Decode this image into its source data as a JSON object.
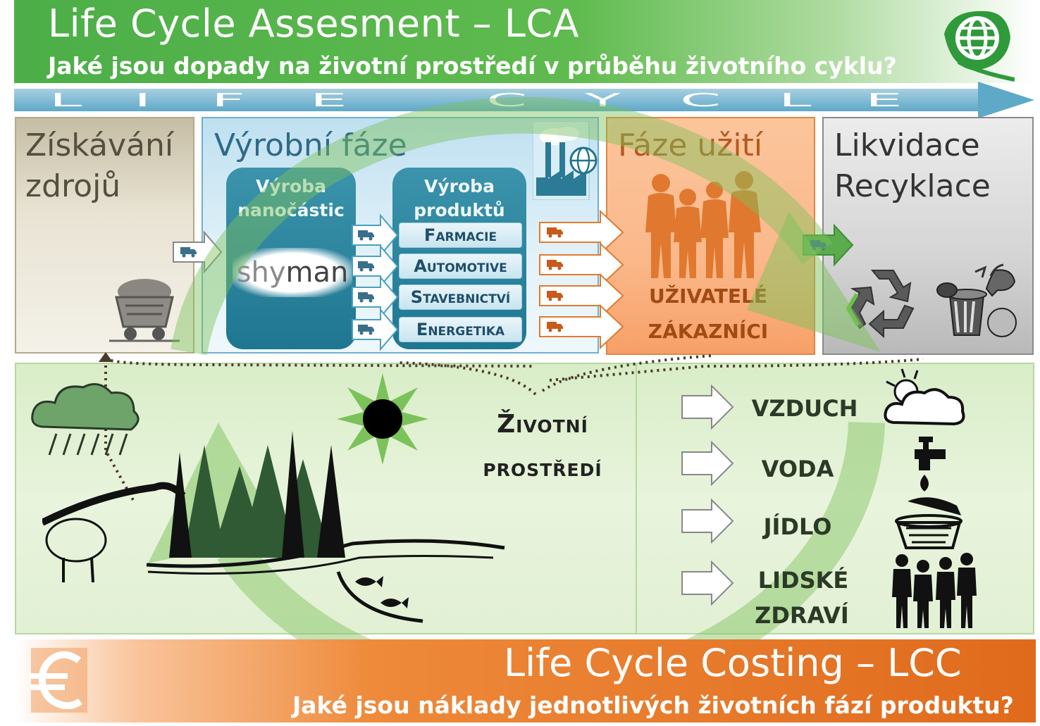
{
  "header": {
    "title": "Life Cycle Assesment – LCA",
    "subtitle": "Jaké jsou dopady na životní prostředí v průběhu životního cyklu?"
  },
  "lifecycle_letters": [
    "L",
    "I",
    "F",
    "E",
    "C",
    "Y",
    "C",
    "L",
    "E"
  ],
  "phases": {
    "resources": {
      "title_line1": "Získávání",
      "title_line2": "zdrojů"
    },
    "production": {
      "title": "Výrobní fáze",
      "nano_box": {
        "line1": "Výroba",
        "line2": "nanočástic",
        "logo_text_a": "shy",
        "logo_text_b": "man"
      },
      "products_box": {
        "line1": "Výroba",
        "line2": "produktů"
      },
      "products": [
        "Farmacie",
        "Automotive",
        "Stavebnictví",
        "Energetika"
      ]
    },
    "use": {
      "title": "Fáze užití",
      "users": "UŽIVATELÉ",
      "customers": "ZÁKAZNÍCI"
    },
    "disposal": {
      "title_line1": "Likvidace",
      "title_line2": "Recyklace"
    }
  },
  "environment": {
    "title_line1": "Životní",
    "title_line2": "prostředí",
    "impacts": [
      "VZDUCH",
      "VODA",
      "JÍDLO",
      "LIDSKÉ",
      "ZDRAVÍ"
    ]
  },
  "footer": {
    "title": "Life Cycle Costing – LCC",
    "subtitle": "Jaké jsou náklady jednotlivých životních fází produktu?"
  },
  "colors": {
    "lca_green": "#4cae48",
    "lcc_orange": "#e06a1c",
    "teal": "#1f7690",
    "use_orange": "#e48440",
    "cycle_green": "#7cc25a"
  },
  "icons": [
    "globe-leaf-icon",
    "factory-icon",
    "mine-cart-icon",
    "truck-icon",
    "people-silhouettes-icon",
    "recycle-icon",
    "trash-icon",
    "rain-cloud-icon",
    "sun-icon",
    "forest-icon",
    "fish-icon",
    "cloud-sun-icon",
    "faucet-icon",
    "food-basket-icon",
    "euro-icon"
  ]
}
